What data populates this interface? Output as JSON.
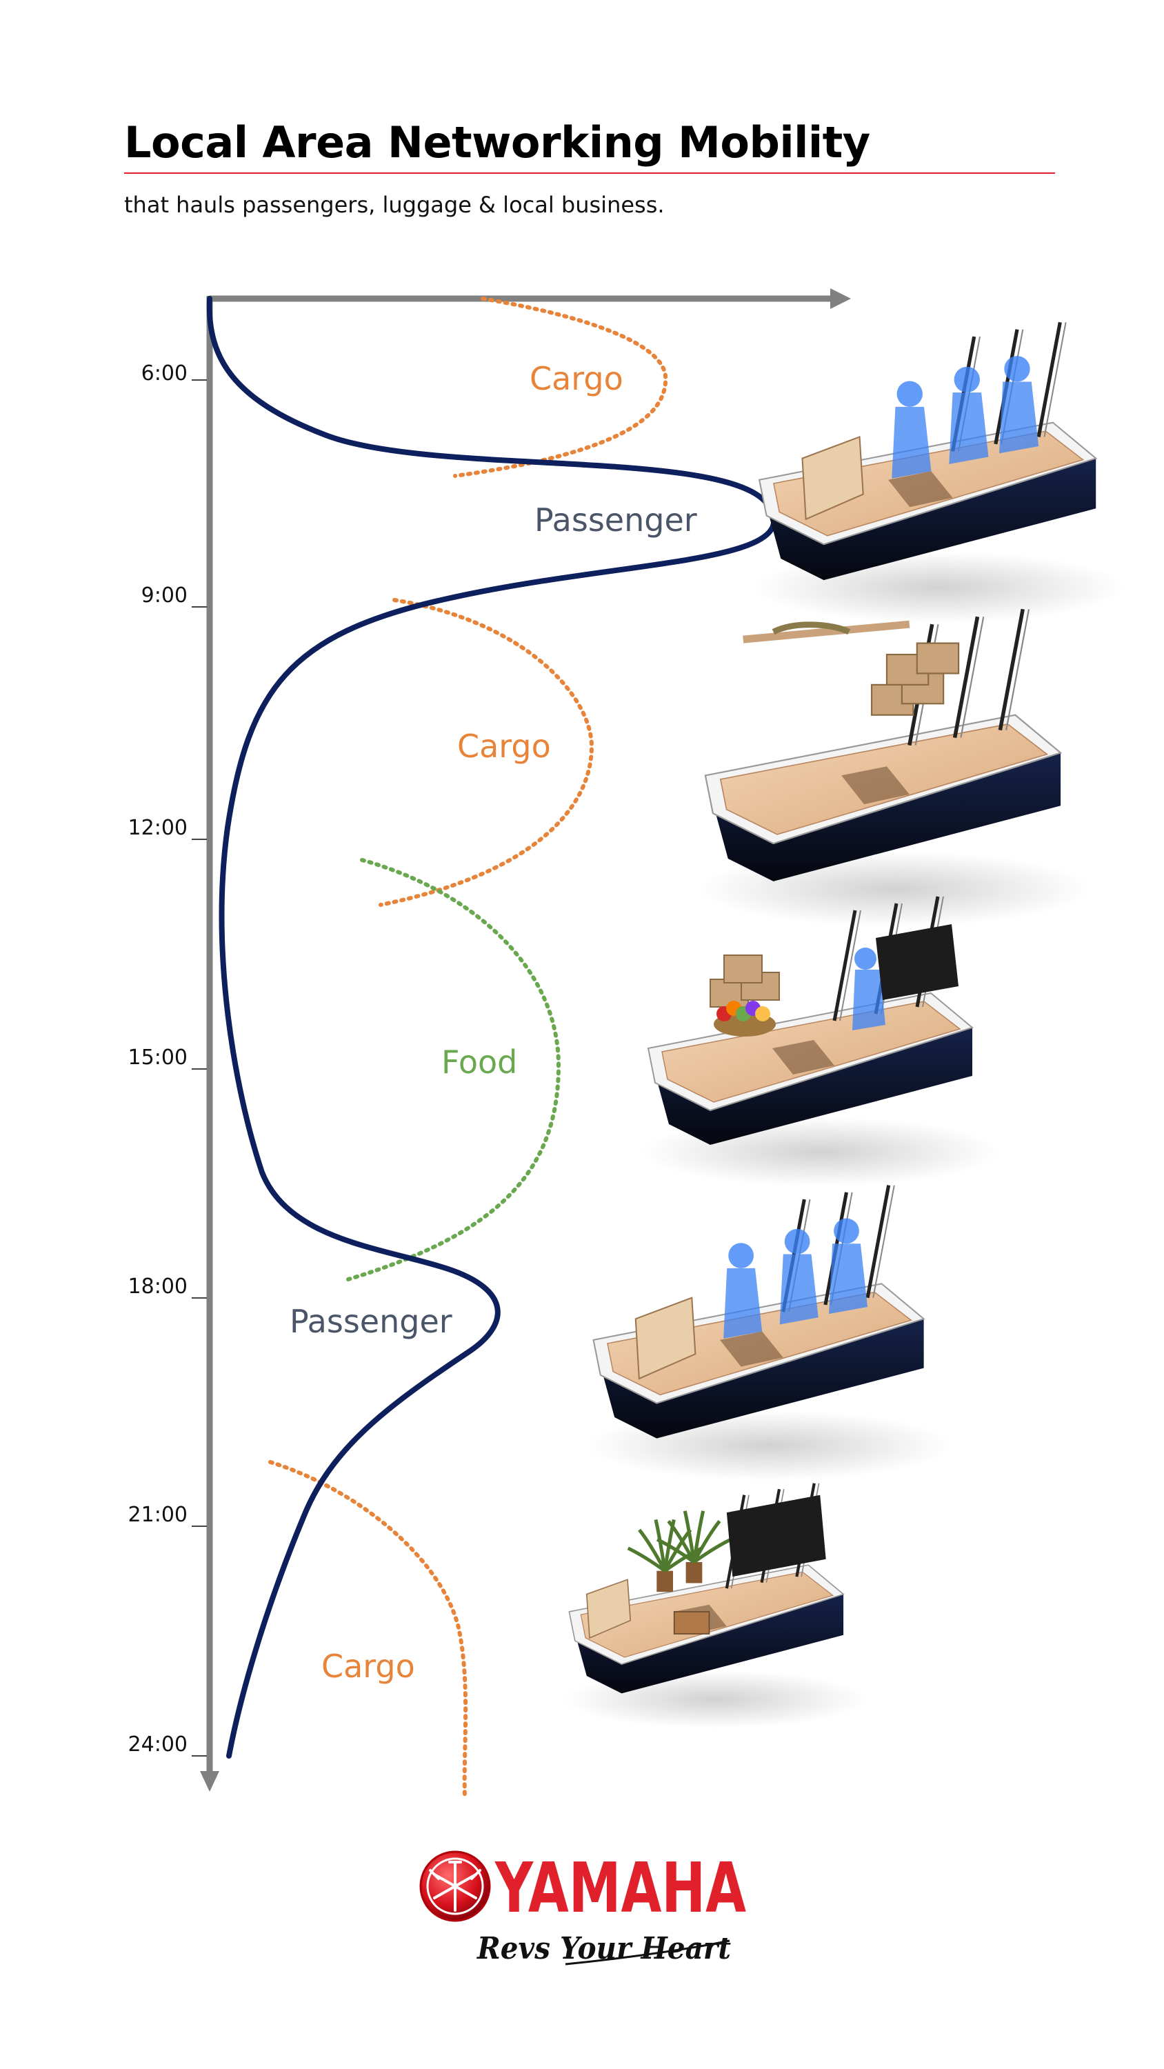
{
  "header": {
    "title": "Local Area Networking Mobility",
    "subtitle": "that hauls passengers, luggage & local business."
  },
  "time_axis": {
    "ticks": [
      "6:00",
      "9:00",
      "12:00",
      "15:00",
      "18:00",
      "21:00",
      "24:00"
    ]
  },
  "usage_labels": {
    "cargo_morning": "Cargo",
    "passenger_morning": "Passenger",
    "cargo_midday": "Cargo",
    "food_afternoon": "Food",
    "passenger_evening": "Passenger",
    "cargo_night": "Cargo"
  },
  "colors": {
    "passenger": "#0d1f5c",
    "cargo": "#e8843a",
    "food": "#6aa84f",
    "passenger_label": "#4a5568",
    "axis": "#808080",
    "accent": "#e0202a"
  },
  "illustrations": [
    "boat-passenger-seating-illustration",
    "boat-cargo-rack-illustration",
    "boat-food-delivery-illustration",
    "boat-passenger-seating-illustration",
    "boat-cargo-plants-illustration"
  ],
  "brand": {
    "name": "YAMAHA",
    "tagline": "Revs Your Heart"
  }
}
